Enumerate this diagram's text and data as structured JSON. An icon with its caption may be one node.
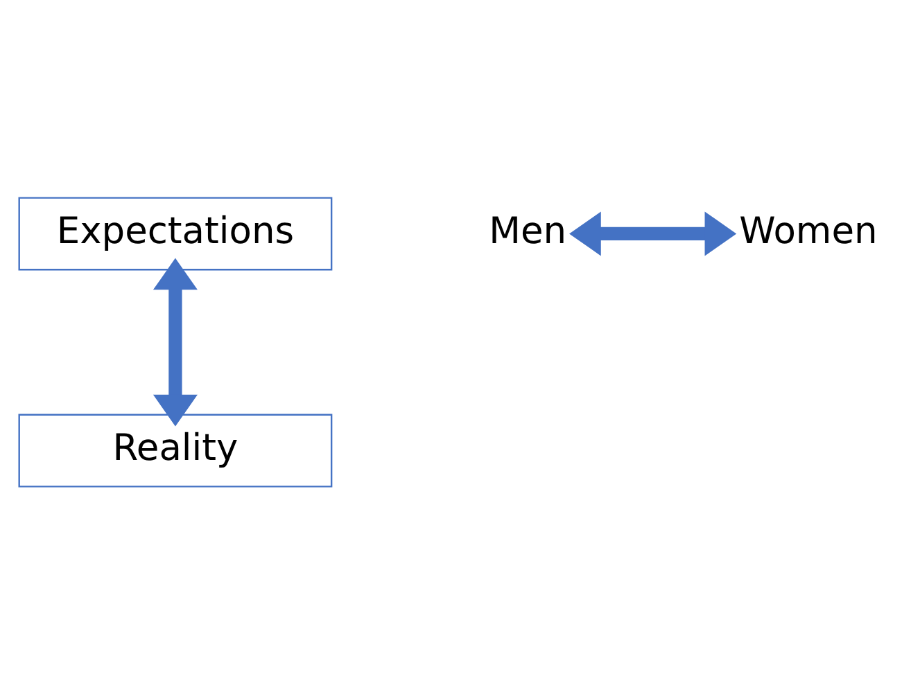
{
  "diagram": {
    "nodes": [
      {
        "text": [
          "Expectations"
        ]
      },
      {
        "text": [
          "Men"
        ]
      },
      {
        "text": [
          "Women"
        ]
      },
      {
        "text": [
          "Reality"
        ]
      }
    ],
    "edges": [
      {
        "from": 0,
        "to": 3,
        "arrow": "both"
      },
      {
        "from": 1,
        "to": 2,
        "arrow": "both"
      }
    ]
  }
}
